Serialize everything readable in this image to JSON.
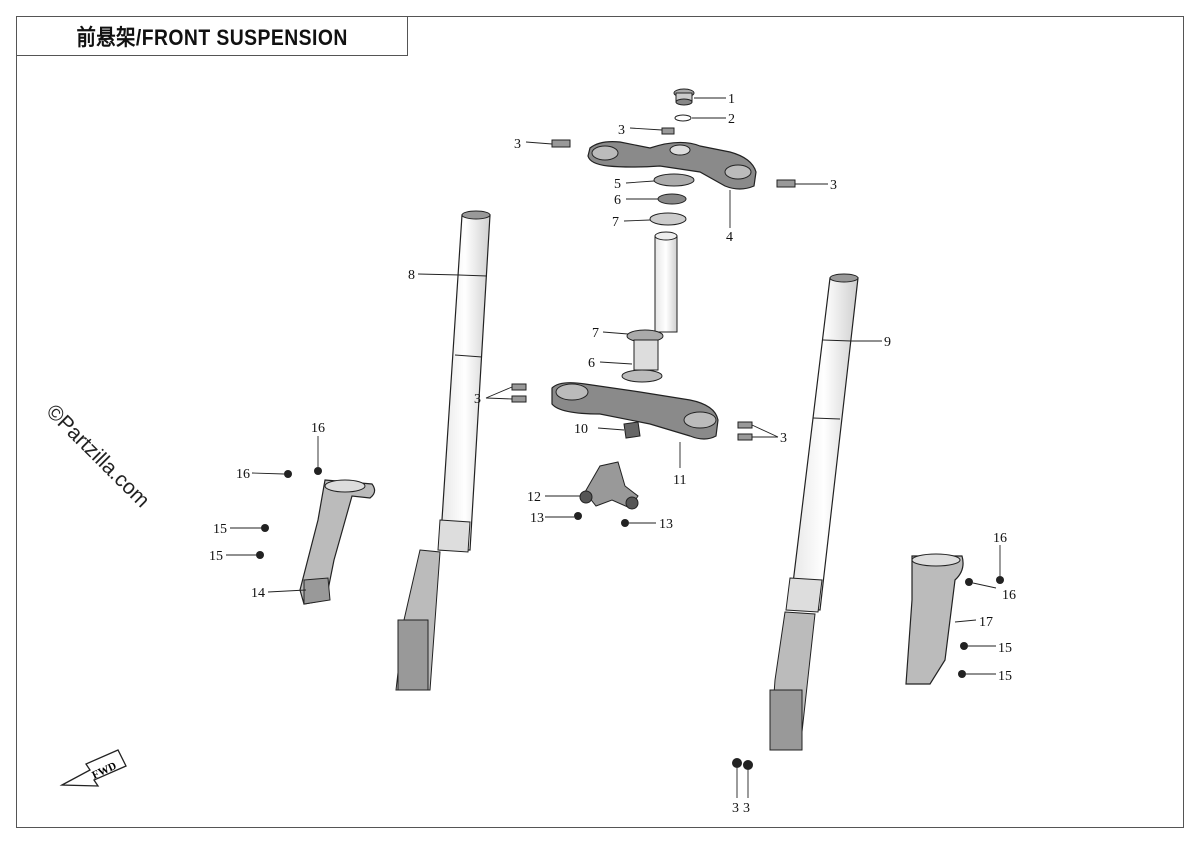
{
  "title": "前悬架/FRONT SUSPENSION",
  "watermark": "©Partzilla.com",
  "fwd_label": "FWD",
  "callouts": [
    "1",
    "2",
    "3",
    "3",
    "3",
    "4",
    "5",
    "6",
    "7",
    "8",
    "9",
    "7",
    "6",
    "3",
    "3",
    "10",
    "11",
    "12",
    "13",
    "13",
    "16",
    "16",
    "15",
    "15",
    "14",
    "16",
    "16",
    "17",
    "15",
    "15",
    "3",
    "3"
  ]
}
